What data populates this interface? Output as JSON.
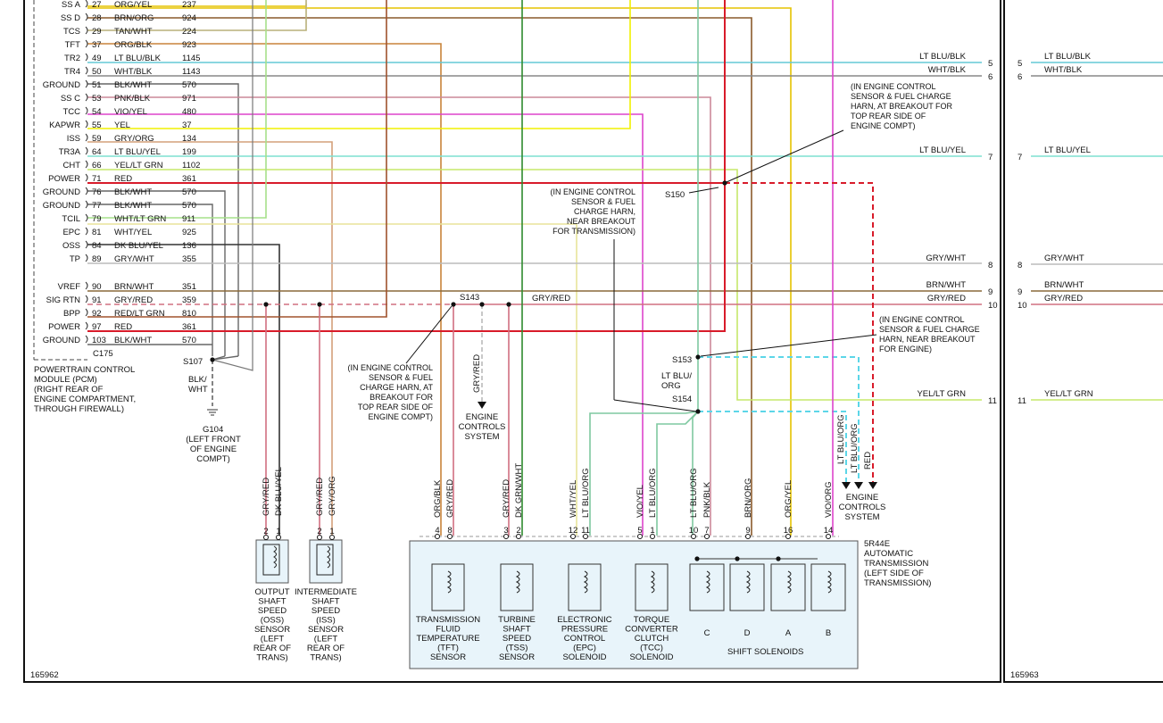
{
  "diagram_ids": {
    "left": "165962",
    "right": "165963"
  },
  "pcm": {
    "connector": "C175",
    "caption": [
      "POWERTRAIN CONTROL",
      "MODULE (PCM)",
      "(RIGHT REAR OF",
      "ENGINE COMPARTMENT,",
      "THROUGH FIREWALL)"
    ],
    "pins": [
      {
        "name": "SS A",
        "pin": "27",
        "color": "ORG/YEL",
        "circuit": "237",
        "hex": "#e5c300"
      },
      {
        "name": "SS D",
        "pin": "28",
        "color": "BRN/ORG",
        "circuit": "924",
        "hex": "#8a5a2b"
      },
      {
        "name": "TCS",
        "pin": "29",
        "color": "TAN/WHT",
        "circuit": "224",
        "hex": "#b9b07a"
      },
      {
        "name": "TFT",
        "pin": "37",
        "color": "ORG/BLK",
        "circuit": "923",
        "hex": "#c8843a"
      },
      {
        "name": "TR2",
        "pin": "49",
        "color": "LT BLU/BLK",
        "circuit": "1145",
        "hex": "#63c9d6"
      },
      {
        "name": "TR4",
        "pin": "50",
        "color": "WHT/BLK",
        "circuit": "1143",
        "hex": "#888888"
      },
      {
        "name": "GROUND",
        "pin": "51",
        "color": "BLK/WHT",
        "circuit": "570",
        "hex": "#666666"
      },
      {
        "name": "SS C",
        "pin": "53",
        "color": "PNK/BLK",
        "circuit": "971",
        "hex": "#cc8899"
      },
      {
        "name": "TCC",
        "pin": "54",
        "color": "VIO/YEL",
        "circuit": "480",
        "hex": "#dd44cc"
      },
      {
        "name": "KAPWR",
        "pin": "55",
        "color": "YEL",
        "circuit": "37",
        "hex": "#f0f000"
      },
      {
        "name": "ISS",
        "pin": "59",
        "color": "GRY/ORG",
        "circuit": "134",
        "hex": "#d4a07a"
      },
      {
        "name": "TR3A",
        "pin": "64",
        "color": "LT BLU/YEL",
        "circuit": "199",
        "hex": "#7ee0d0"
      },
      {
        "name": "CHT",
        "pin": "66",
        "color": "YEL/LT GRN",
        "circuit": "1102",
        "hex": "#c6e86a"
      },
      {
        "name": "POWER",
        "pin": "71",
        "color": "RED",
        "circuit": "361",
        "hex": "#d81b2a"
      },
      {
        "name": "GROUND",
        "pin": "76",
        "color": "BLK/WHT",
        "circuit": "570",
        "hex": "#666666"
      },
      {
        "name": "GROUND",
        "pin": "77",
        "color": "BLK/WHT",
        "circuit": "570",
        "hex": "#666666"
      },
      {
        "name": "TCIL",
        "pin": "79",
        "color": "WHT/LT GRN",
        "circuit": "911",
        "hex": "#a6e08a"
      },
      {
        "name": "EPC",
        "pin": "81",
        "color": "WHT/YEL",
        "circuit": "925",
        "hex": "#e8e49a"
      },
      {
        "name": "OSS",
        "pin": "84",
        "color": "DK BLU/YEL",
        "circuit": "136",
        "hex": "#333333"
      },
      {
        "name": "TP",
        "pin": "89",
        "color": "GRY/WHT",
        "circuit": "355",
        "hex": "#bbbbbb"
      },
      {
        "name": "VREF",
        "pin": "90",
        "color": "BRN/WHT",
        "circuit": "351",
        "hex": "#8a6a3a"
      },
      {
        "name": "SIG RTN",
        "pin": "91",
        "color": "GRY/RED",
        "circuit": "359",
        "hex": "#d07080"
      },
      {
        "name": "BPP",
        "pin": "92",
        "color": "RED/LT GRN",
        "circuit": "810",
        "hex": "#a0522d"
      },
      {
        "name": "POWER",
        "pin": "97",
        "color": "RED",
        "circuit": "361",
        "hex": "#d81b2a"
      },
      {
        "name": "GROUND",
        "pin": "103",
        "color": "BLK/WHT",
        "circuit": "570",
        "hex": "#666666"
      }
    ]
  },
  "splices": {
    "s107": "S107",
    "s143": "S143",
    "s150": "S150",
    "s153": "S153",
    "s154": "S154",
    "g104": "G104",
    "g104_caption": [
      "(LEFT FRONT",
      "OF ENGINE",
      "COMPT)"
    ],
    "blk_wht": [
      "BLK/",
      "WHT"
    ]
  },
  "notes": {
    "n1": [
      "(IN ENGINE CONTROL",
      "SENSOR & FUEL CHARGE",
      "HARN, AT BREAKOUT FOR",
      "TOP REAR SIDE OF",
      "ENGINE COMPT)"
    ],
    "n2": [
      "(IN ENGINE CONTROL",
      "SENSOR & FUEL",
      "CHARGE HARN,",
      "NEAR BREAKOUT",
      "FOR TRANSMISSION)"
    ],
    "n3": [
      "(IN ENGINE CONTROL",
      "SENSOR & FUEL CHARGE",
      "HARN, NEAR BREAKOUT",
      "FOR ENGINE)"
    ],
    "n4": [
      "(IN ENGINE CONTROL",
      "SENSOR & FUEL",
      "CHARGE HARN, AT",
      "BREAKOUT FOR",
      "TOP REAR SIDE OF",
      "ENGINE COMPT)"
    ]
  },
  "engine_controls": [
    "ENGINE",
    "CONTROLS",
    "SYSTEM"
  ],
  "right_wires": [
    {
      "label": "LT BLU/BLK",
      "num": "5"
    },
    {
      "label": "WHT/BLK",
      "num": "6"
    },
    {
      "label": "LT BLU/YEL",
      "num": "7"
    },
    {
      "label": "GRY/WHT",
      "num": "8"
    },
    {
      "label": "BRN/WHT",
      "num": "9"
    },
    {
      "label": "GRY/RED",
      "num": "10"
    },
    {
      "label": "YEL/LT GRN",
      "num": "11"
    }
  ],
  "wire_labels": {
    "gry_red": "GRY/RED",
    "lt_blu_org": [
      "LT BLU/",
      "ORG"
    ],
    "lt_blu_org_v": "LT BLU/ORG",
    "red": "RED"
  },
  "sensors": {
    "oss": {
      "pins": [
        "2",
        "1"
      ],
      "wires": [
        "GRY/RED",
        "DK BLU/YEL"
      ],
      "caption": [
        "OUTPUT",
        "SHAFT",
        "SPEED",
        "(OSS)",
        "SENSOR",
        "(LEFT",
        "REAR OF",
        "TRANS)"
      ]
    },
    "iss": {
      "pins": [
        "2",
        "1"
      ],
      "wires": [
        "GRY/RED",
        "GRY/ORG"
      ],
      "caption": [
        "INTERMEDIATE",
        "SHAFT",
        "SPEED",
        "(ISS)",
        "SENSOR",
        "(LEFT",
        "REAR OF",
        "TRANS)"
      ]
    }
  },
  "transmission": {
    "title": [
      "5R44E",
      "AUTOMATIC",
      "TRANSMISSION",
      "(LEFT SIDE OF",
      "TRANSMISSION)"
    ],
    "pins": [
      {
        "pin": "4",
        "wire": "ORG/BLK"
      },
      {
        "pin": "8",
        "wire": "GRY/RED"
      },
      {
        "pin": "3",
        "wire": "GRY/RED"
      },
      {
        "pin": "2",
        "wire": "DK GRN/WHT"
      },
      {
        "pin": "12",
        "wire": "WHT/YEL"
      },
      {
        "pin": "11",
        "wire": "LT BLU/ORG"
      },
      {
        "pin": "5",
        "wire": "VIO/YEL"
      },
      {
        "pin": "1",
        "wire": "LT BLU/ORG"
      },
      {
        "pin": "10",
        "wire": "LT BLU/ORG"
      },
      {
        "pin": "7",
        "wire": "PNK/BLK"
      },
      {
        "pin": "9",
        "wire": "BRN/ORG"
      },
      {
        "pin": "16",
        "wire": "ORG/YEL"
      },
      {
        "pin": "14",
        "wire": "VIO/ORG"
      }
    ],
    "components": {
      "tft": [
        "TRANSMISSION",
        "FLUID",
        "TEMPERATURE",
        "(TFT)",
        "SENSOR"
      ],
      "tss": [
        "TURBINE",
        "SHAFT",
        "SPEED",
        "(TSS)",
        "SENSOR"
      ],
      "epc": [
        "ELECTRONIC",
        "PRESSURE",
        "CONTROL",
        "(EPC)",
        "SOLENOID"
      ],
      "tcc": [
        "TORQUE",
        "CONVERTER",
        "CLUTCH",
        "(TCC)",
        "SOLENOID"
      ],
      "shift": "SHIFT SOLENOIDS",
      "shift_letters": [
        "C",
        "D",
        "A",
        "B"
      ]
    }
  },
  "right_panel_wires": [
    {
      "label": "LT BLU/BLK",
      "num": "5"
    },
    {
      "label": "WHT/BLK",
      "num": "6"
    },
    {
      "label": "LT BLU/YEL",
      "num": "7"
    },
    {
      "label": "GRY/WHT",
      "num": "8"
    },
    {
      "label": "BRN/WHT",
      "num": "9"
    },
    {
      "label": "GRY/RED",
      "num": "10"
    },
    {
      "label": "YEL/LT GRN",
      "num": "11"
    }
  ]
}
